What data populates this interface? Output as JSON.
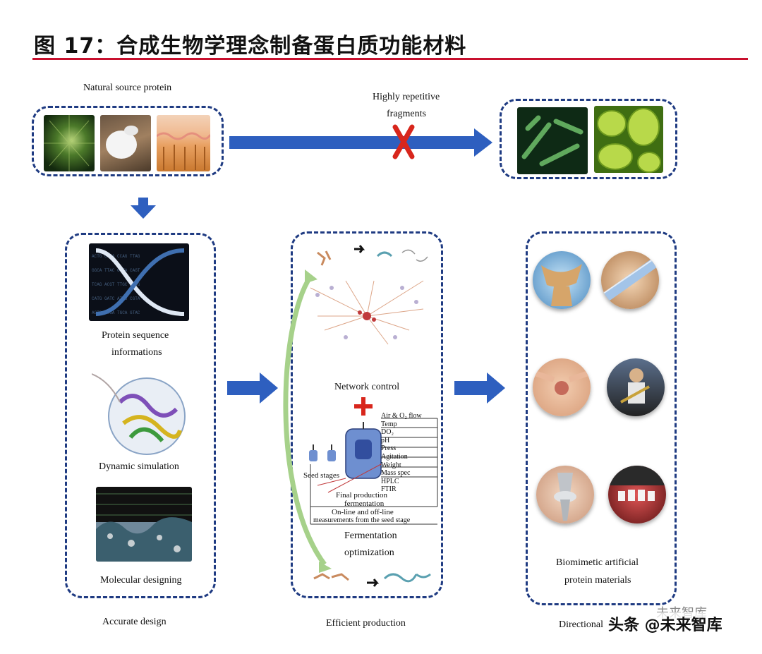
{
  "title": "图 17：合成生物学理念制备蛋白质功能材料",
  "top": {
    "source_label": "Natural source protein",
    "fragments_label_1": "Highly repetitive",
    "fragments_label_2": "fragments"
  },
  "design": {
    "seq_label_1": "Protein sequence",
    "seq_label_2": "informations",
    "dyn_label": "Dynamic simulation",
    "mol_label": "Molecular designing",
    "caption": "Accurate design"
  },
  "production": {
    "network_label": "Network control",
    "params": [
      "Air & O₂ flow",
      "Temp",
      "DO₂",
      "pH",
      "Press",
      "Agitation",
      "Weight",
      "Mass spec",
      "HPLC",
      "FTIR"
    ],
    "seed_label": "Seed stages",
    "final_label_1": "Final production",
    "final_label_2": "fermentation",
    "online_label_1": "On-line and off-line",
    "online_label_2": "measurements from the seed stage",
    "ferm_label_1": "Fermentation",
    "ferm_label_2": "optimization",
    "caption": "Efficient production"
  },
  "materials": {
    "label_1": "Biomimetic artificial",
    "label_2": "protein materials",
    "caption": "Directional"
  },
  "watermark": {
    "main": "头条 @未来智库",
    "faint": "未来智库"
  },
  "colors": {
    "accent_red": "#c8102e",
    "arrow_blue": "#2e5fbf",
    "box_border": "#1f3b82"
  }
}
